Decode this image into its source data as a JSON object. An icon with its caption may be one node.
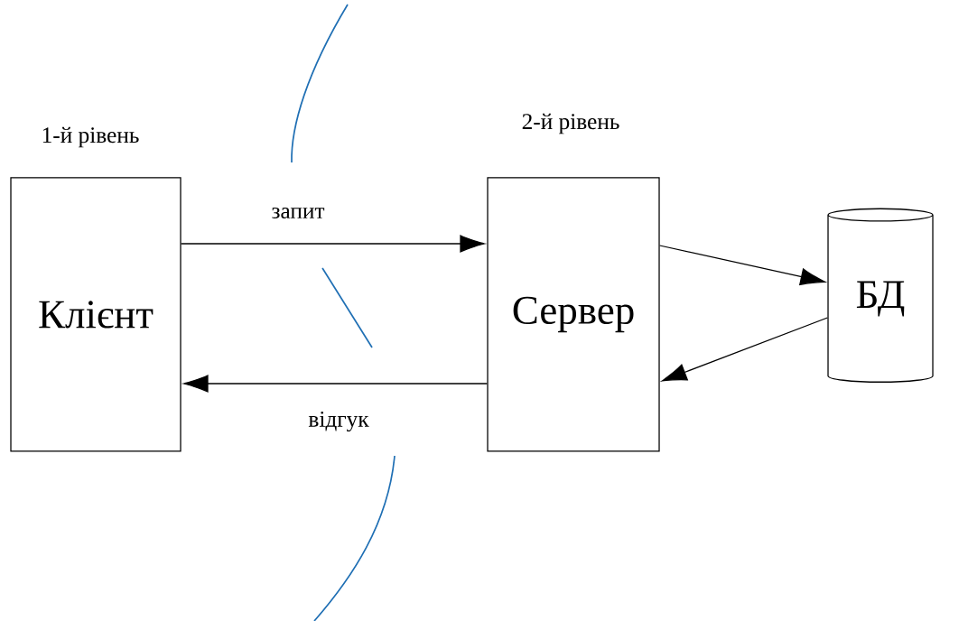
{
  "diagram": {
    "nodes": [
      {
        "text": [
          "Клієнт"
        ]
      },
      {
        "text": [
          "Сервер"
        ]
      },
      {
        "text": [
          "БД"
        ]
      }
    ],
    "edges": [
      {
        "from": 0,
        "to": 1,
        "arrow": "to",
        "label": "запит"
      },
      {
        "from": 1,
        "to": 0,
        "arrow": "to",
        "label": "відгук"
      },
      {
        "from": 1,
        "to": 2,
        "arrow": "to"
      },
      {
        "from": 2,
        "to": 1,
        "arrow": "to"
      }
    ],
    "labels": [
      "1-й рівень",
      "2-й рівень"
    ]
  }
}
